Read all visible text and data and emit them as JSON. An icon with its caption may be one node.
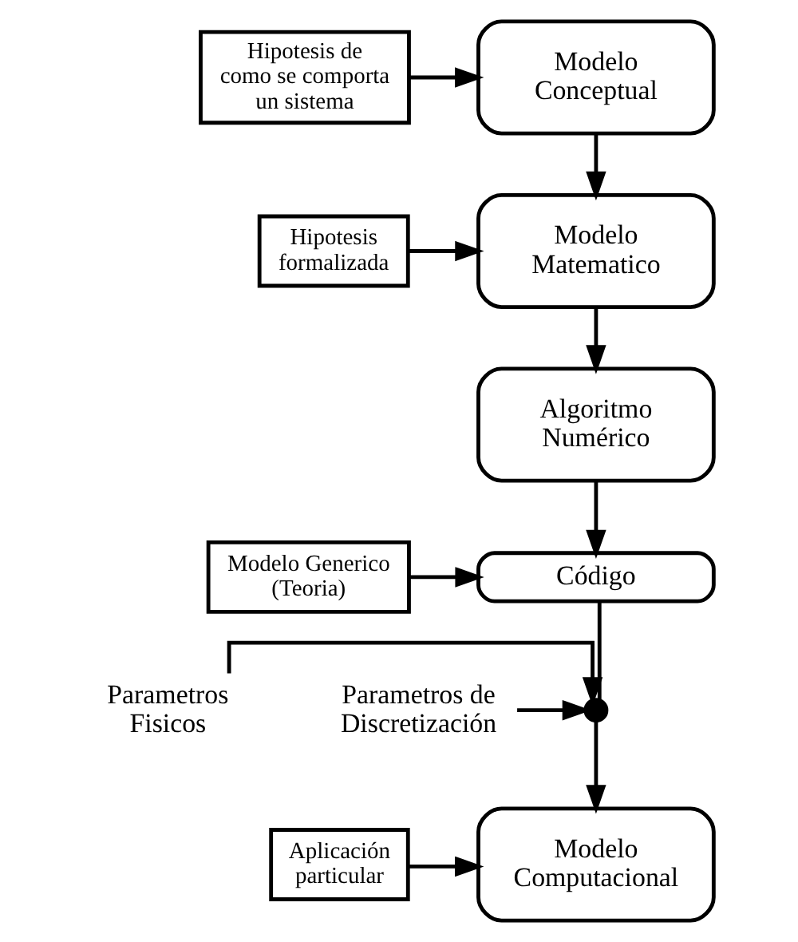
{
  "diagram": {
    "nodes": [
      {
        "text": [
          "Modelo Conceptual"
        ]
      },
      {
        "text": [
          "Hipotesis de como se comporta un sistema"
        ]
      },
      {
        "text": [
          "Modelo Matematico"
        ]
      },
      {
        "text": [
          "Hipotesis formalizada"
        ]
      },
      {
        "text": [
          "Algoritmo Numérico"
        ]
      },
      {
        "text": [
          "Código"
        ]
      },
      {
        "text": [
          "Modelo Generico (Teoria)"
        ]
      },
      {
        "text": [
          "Parametros Fisicos"
        ]
      },
      {
        "text": [],
        "shape": "cross"
      },
      {
        "text": [
          "Parametros de Discretización"
        ]
      },
      {
        "text": [
          "Modelo Computacional"
        ]
      },
      {
        "text": [
          "Aplicación particular"
        ]
      }
    ],
    "edges": [
      {
        "from": 0,
        "to": 2,
        "arrow": "to"
      },
      {
        "from": 1,
        "to": 0,
        "arrow": "to"
      },
      {
        "from": 2,
        "to": 4,
        "arrow": "to"
      },
      {
        "from": 3,
        "to": 2,
        "arrow": "to"
      },
      {
        "from": 4,
        "to": 5,
        "arrow": "to"
      },
      {
        "from": 6,
        "to": 5,
        "arrow": "to"
      },
      {
        "from": 5,
        "to": 8,
        "arrow": "none"
      },
      {
        "from": 7,
        "to": 8,
        "arrow": "to"
      },
      {
        "from": 9,
        "to": 8,
        "arrow": "to"
      },
      {
        "from": 8,
        "to": 10,
        "arrow": "to"
      },
      {
        "from": 11,
        "to": 10,
        "arrow": "to"
      }
    ]
  }
}
